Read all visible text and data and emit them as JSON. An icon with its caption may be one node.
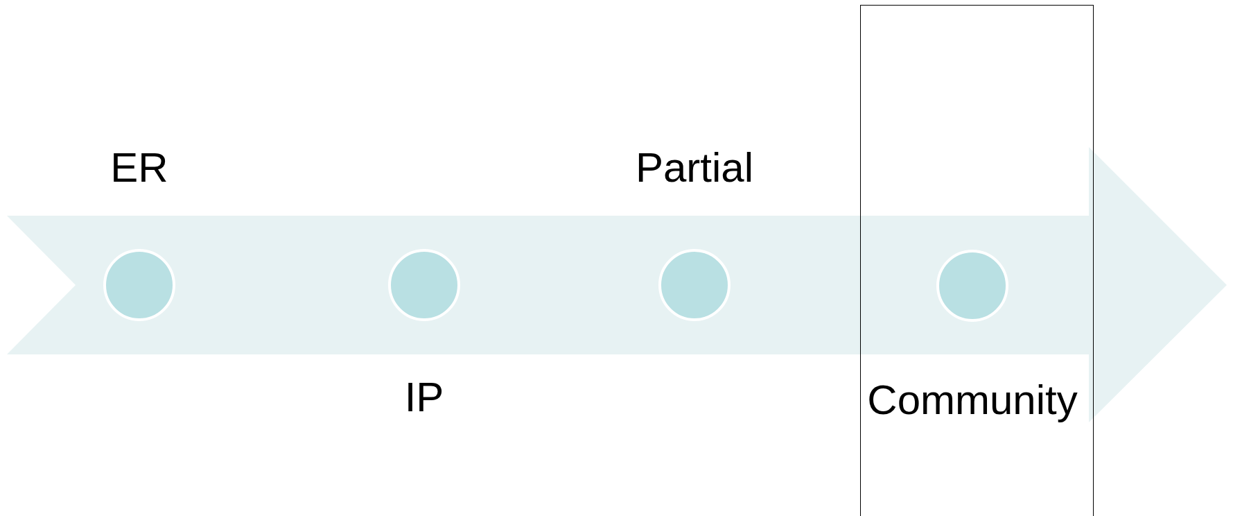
{
  "diagram": {
    "nodes": [
      {
        "text": [],
        "shape": "circle",
        "beside": [
          "ER"
        ]
      },
      {
        "text": [],
        "shape": "circle",
        "beside": [
          "IP"
        ]
      },
      {
        "text": [],
        "shape": "circle",
        "beside": [
          "Partial"
        ]
      },
      {
        "text": [],
        "shape": "box"
      },
      {
        "text": [],
        "shape": "circle",
        "beside": [
          "Community"
        ],
        "in": 3
      }
    ],
    "edges": []
  }
}
